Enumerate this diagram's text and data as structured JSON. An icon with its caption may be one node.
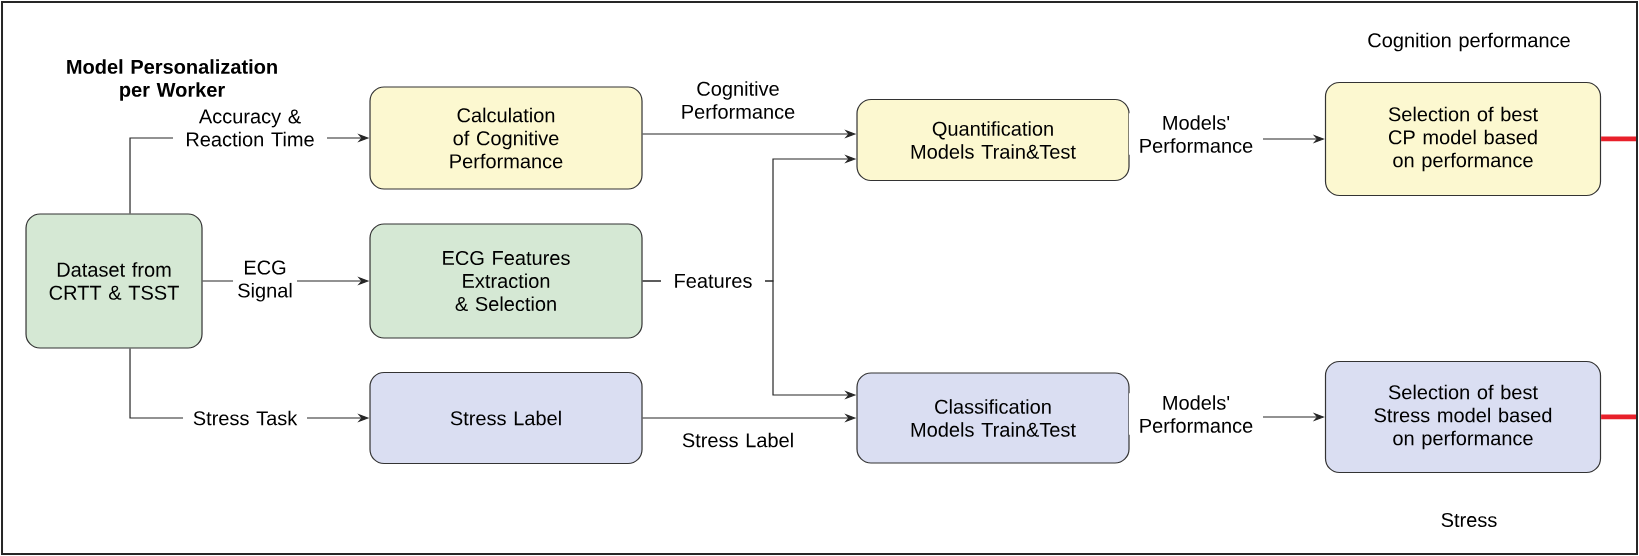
{
  "diagram": {
    "nodes": [
      {
        "text": [
          "Dataset from CRTT & TSST"
        ]
      },
      {
        "text": [
          "Calculation of Cognitive Performance"
        ]
      },
      {
        "text": [
          "ECG Features Extraction & Selection"
        ]
      },
      {
        "text": [
          "Stress Label"
        ]
      },
      {
        "text": [
          "Quantification Models Train&Test"
        ]
      },
      {
        "text": [
          "Classification Models Train&Test"
        ]
      },
      {
        "text": [
          "Selection of best CP model based on performance"
        ]
      },
      {
        "text": [
          "Selection of best Stress model based on performance"
        ]
      }
    ],
    "edges": [
      {
        "from": 0,
        "to": 1,
        "arrow": "to",
        "label": "Accuracy & Reaction Time"
      },
      {
        "from": 0,
        "to": 2,
        "arrow": "to",
        "label": "ECG Signal"
      },
      {
        "from": 0,
        "to": 3,
        "arrow": "to",
        "label": "Stress Task"
      },
      {
        "from": 1,
        "to": 4,
        "arrow": "to",
        "label": "Cognitive Performance"
      },
      {
        "from": 2,
        "to": 4,
        "arrow": "to",
        "label": "Features"
      },
      {
        "from": 2,
        "to": 5,
        "arrow": "to"
      },
      {
        "from": 3,
        "to": 5,
        "arrow": "to",
        "label": "Stress Label"
      },
      {
        "from": 4,
        "to": 6,
        "arrow": "to",
        "label": "Models' Performance"
      },
      {
        "from": 5,
        "to": 7,
        "arrow": "to",
        "label": "Models' Performance"
      },
      {
        "from": 6,
        "to": null,
        "arrow": "none",
        "style": "thick",
        "color": "#e8202a"
      },
      {
        "from": 7,
        "to": null,
        "arrow": "none",
        "style": "thick",
        "color": "#e8202a"
      }
    ],
    "labels": [
      "Model Personalization per Worker",
      "Cognition performance",
      "Stress"
    ]
  }
}
